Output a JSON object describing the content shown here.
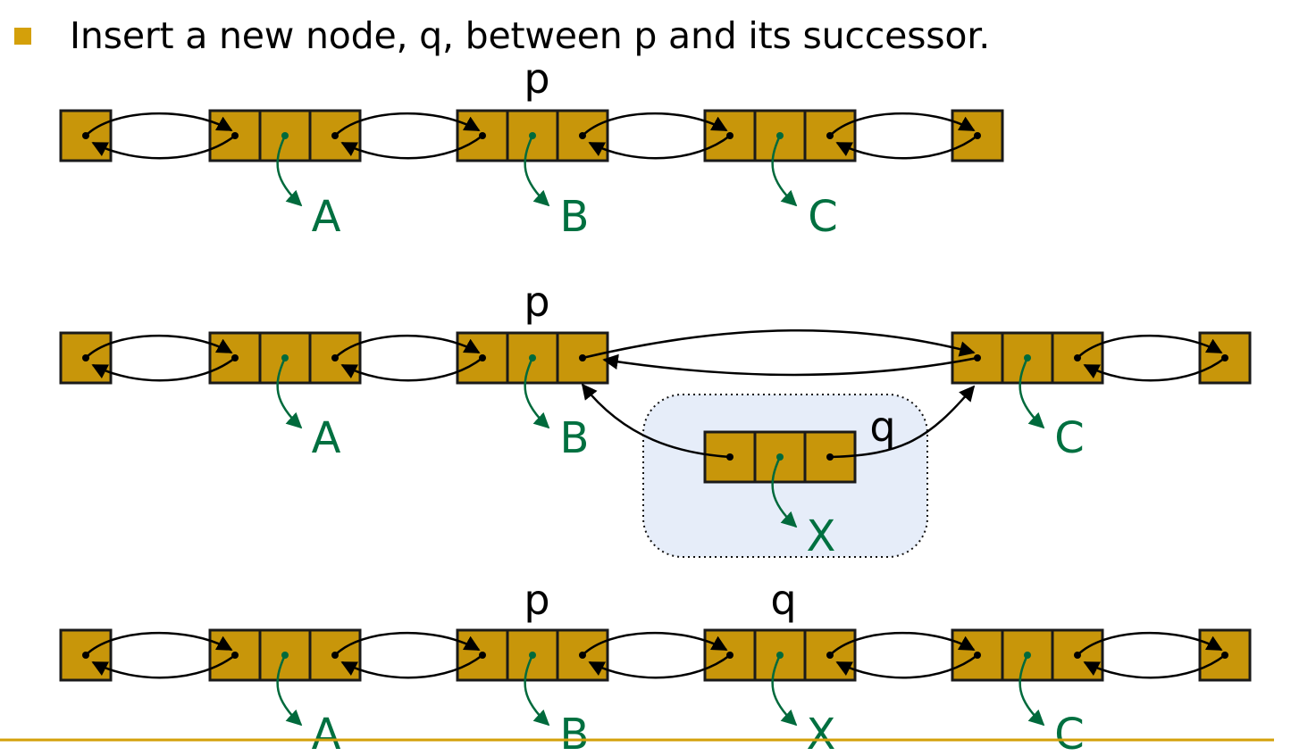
{
  "slide": {
    "bullet_text": "Insert a new node, q, between p and its successor."
  },
  "diagram": {
    "pointer_labels": {
      "p": "p",
      "q": "q"
    },
    "element_labels": {
      "a": "A",
      "b": "B",
      "c": "C",
      "x": "X"
    }
  },
  "colors": {
    "bullet": "#d4a00a",
    "node_fill": "#c8960a",
    "node_border": "#1a1a1a",
    "element_pointer": "#006a3c",
    "highlight_fill": "#e6edf9",
    "footer_rule": "#d4a00a"
  }
}
